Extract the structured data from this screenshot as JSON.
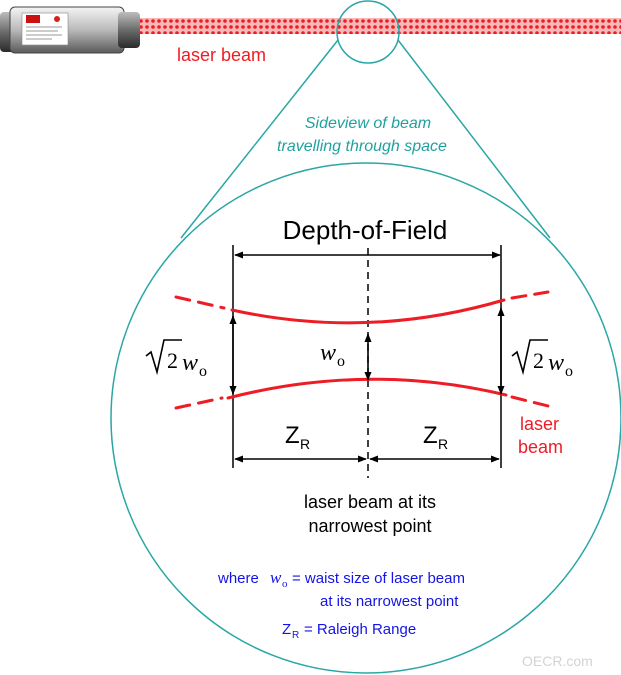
{
  "colors": {
    "beam": "#ee1c24",
    "circle": "#2aa6a6",
    "caption": "#22a0a0",
    "legend": "#1414e6",
    "line": "#000000",
    "watermark": "#d3d3d3"
  },
  "icons": [
    "laser-device-icon",
    "magnifier-circle-icon"
  ],
  "top_label": "laser beam",
  "side_caption": [
    "Sideview of beam",
    "travelling through space"
  ],
  "dof_label": "Depth-of-Field",
  "waist_symbol": "w",
  "waist_subscript": "o",
  "radical_number": "2",
  "zr_symbol": "Z",
  "zr_subscript": "R",
  "beam_label": [
    "laser",
    "beam"
  ],
  "narrow_label": [
    "laser beam at its",
    "narrowest point"
  ],
  "legend": {
    "where": "where",
    "definition_line1": "= waist size of laser beam",
    "definition_line2": "at its narrowest point",
    "definition_zr": "= Raleigh Range"
  },
  "watermark": "OECR.com"
}
